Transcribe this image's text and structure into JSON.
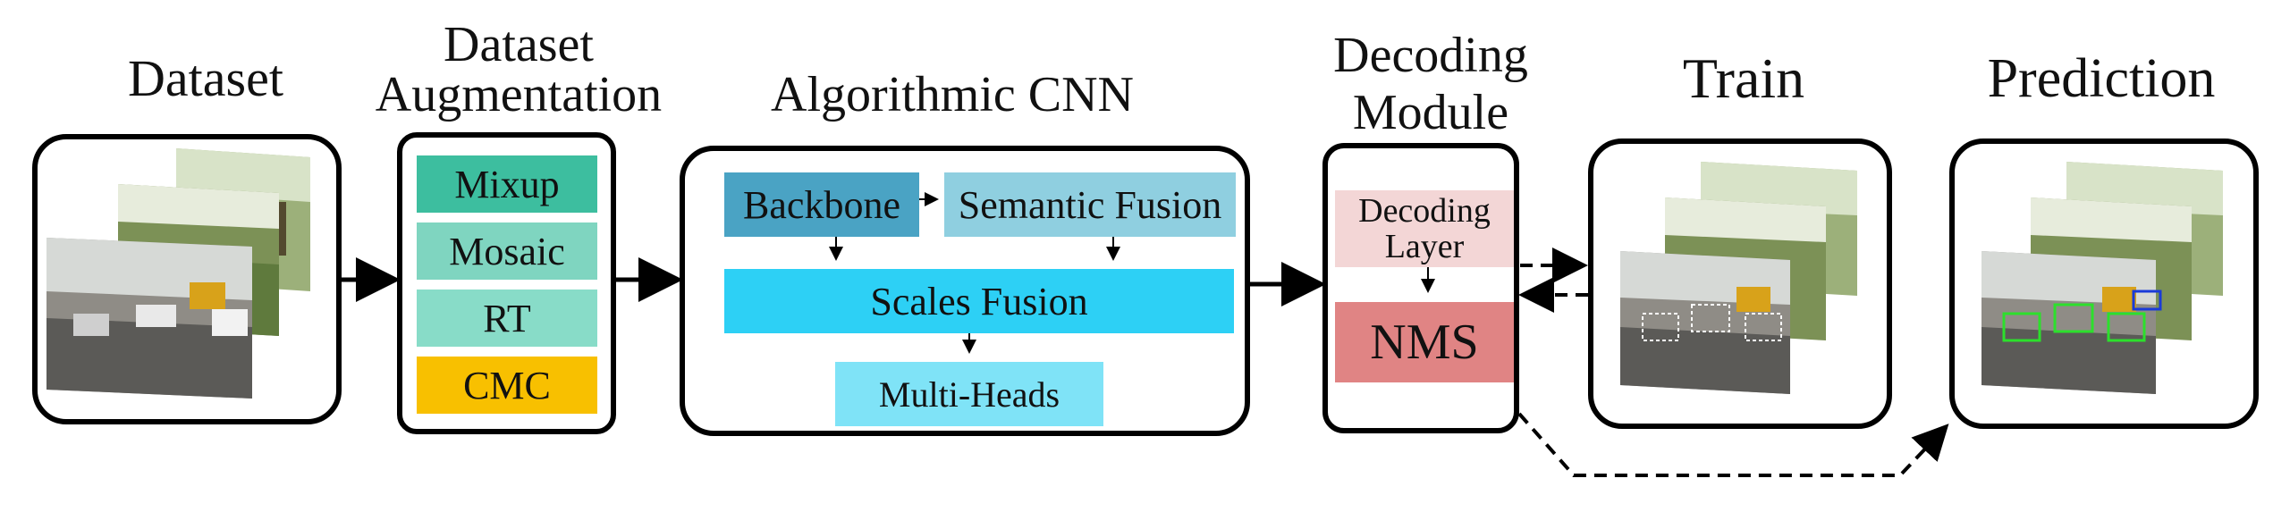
{
  "stages": {
    "dataset": "Dataset",
    "augmentation_line1": "Dataset",
    "augmentation_line2": "Augmentation",
    "cnn": "Algorithmic CNN",
    "decoding_line1": "Decoding",
    "decoding_line2": "Module",
    "train": "Train",
    "prediction": "Prediction"
  },
  "augmentation": {
    "items": [
      "Mixup",
      "Mosaic",
      "RT",
      "CMC"
    ],
    "colors": [
      "#3dbe9f",
      "#7fd5c0",
      "#88dcc8",
      "#f8c000"
    ]
  },
  "cnn": {
    "backbone": "Backbone",
    "semantic_fusion": "Semantic Fusion",
    "scales_fusion": "Scales Fusion",
    "multi_heads": "Multi-Heads",
    "colors": {
      "backbone": "#4aa3c4",
      "semantic_fusion": "#8fcfe0",
      "scales_fusion": "#2dd0f5",
      "multi_heads": "#7fe3f7"
    }
  },
  "decoding": {
    "layer_line1": "Decoding",
    "layer_line2": "Layer",
    "nms": "NMS",
    "colors": {
      "layer": "#f3d6d6",
      "nms": "#e08484"
    }
  }
}
